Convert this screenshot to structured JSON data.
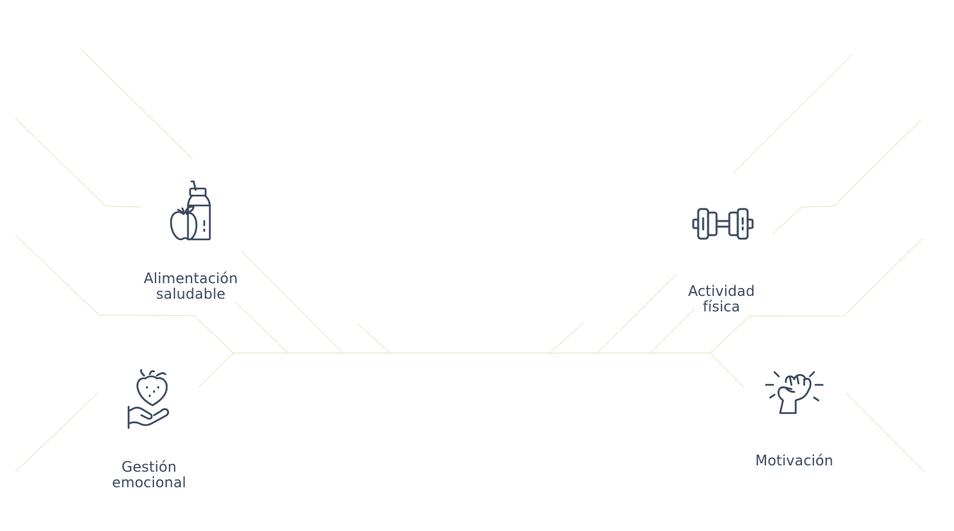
{
  "theme": {
    "line_color": "#dbeccb",
    "icon_color": "#3b4b60",
    "text_color": "#3a4a5f"
  },
  "nodes": {
    "alimentacion": {
      "icon": "apple-bottle-icon",
      "label_line1": "Alimentación",
      "label_line2": "saludable"
    },
    "actividad": {
      "icon": "dumbbell-icon",
      "label_line1": "Actividad",
      "label_line2": "física"
    },
    "gestion": {
      "icon": "heart-hand-icon",
      "label_line1": "Gestión",
      "label_line2": "emocional"
    },
    "motivacion": {
      "icon": "raised-fist-icon",
      "label_line1": "Motivación"
    }
  }
}
